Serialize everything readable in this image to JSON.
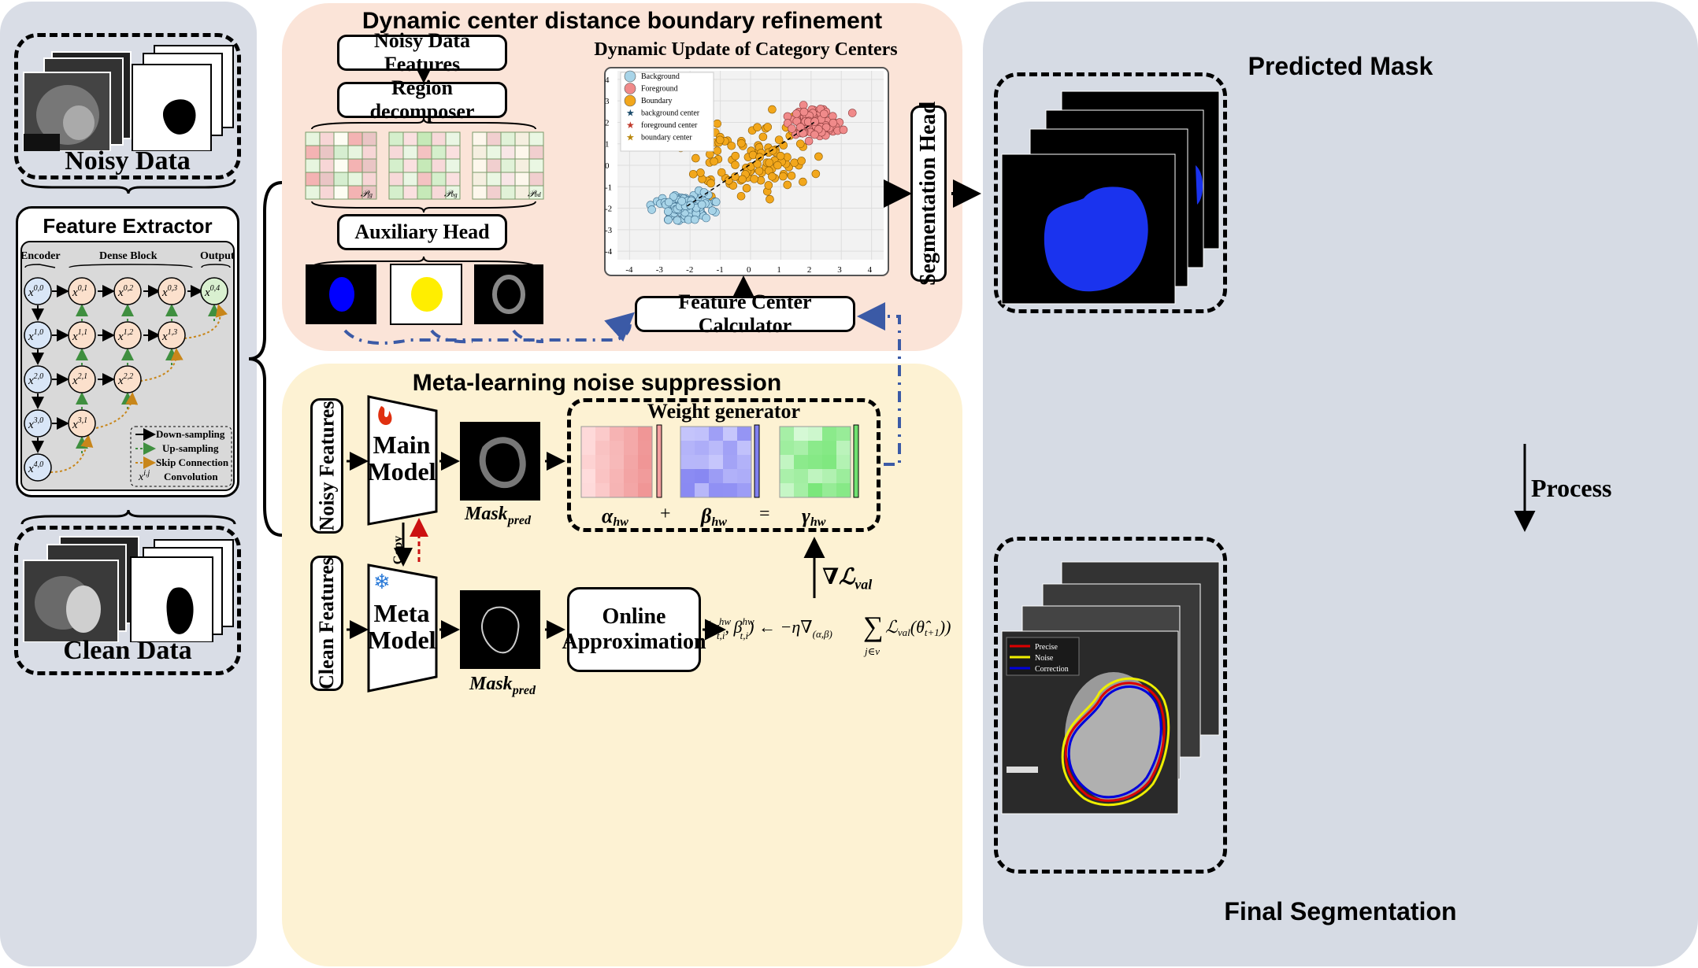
{
  "colors": {
    "left_panel": "#d9dde6",
    "top_panel": "#fbe4d8",
    "bottom_panel": "#fdf2d3",
    "right_panel": "#d6dbe4",
    "arrow_blue": "#3b5aa6",
    "arrow_orange": "#c8861a",
    "arrow_green": "#3f8f3f",
    "arrow_red": "#cc1111",
    "background_pts": "#a8d4e8",
    "foreground_pts": "#f08a8a",
    "boundary_pts": "#f2a71c"
  },
  "left": {
    "noisy_data": "Noisy Data",
    "clean_data": "Clean Data",
    "feature_extractor": "Feature Extractor",
    "encoder": "Encoder",
    "dense_block": "Dense Block",
    "output": "Output",
    "legend": {
      "down": "Down-sampling",
      "up": "Up-sampling",
      "skip": "Skip Connection",
      "conv": "Convolution"
    }
  },
  "top": {
    "title": "Dynamic center distance boundary refinement",
    "noisy_features": "Noisy Data Features",
    "region_decomposer": "Region decomposer",
    "auxiliary_head": "Auxiliary Head",
    "feature_center_calculator": "Feature Center Calculator",
    "plot_title": "Dynamic Update of Category Centers",
    "segmentation_head": "Segmentation Head",
    "legend": [
      "Background",
      "Foreground",
      "Boundary",
      "background center",
      "foreground center",
      "boundary center"
    ],
    "x_ticks": [
      "-4",
      "-3",
      "-2",
      "-1",
      "0",
      "1",
      "2",
      "3",
      "4"
    ],
    "y_ticks": [
      "4",
      "3",
      "2",
      "1",
      "0",
      "-1",
      "-2",
      "-3",
      "-4"
    ]
  },
  "bottom": {
    "title": "Meta-learning noise suppression",
    "noisy_features": "Noisy Features",
    "clean_features": "Clean Features",
    "main_model": [
      "Main",
      "Model"
    ],
    "meta_model": [
      "Meta",
      "Model"
    ],
    "copy": "Copy",
    "mask_pred": "Mask",
    "mask_sub": "pred",
    "weight_generator": "Weight generator",
    "online_approx": [
      "Online",
      "Approximation"
    ],
    "grad_label": "∇ℒ",
    "grad_sub": "val"
  },
  "right": {
    "predicted_mask": "Predicted Mask",
    "process": "Process",
    "final_segmentation": "Final Segmentation",
    "legend": [
      "Precise",
      "Noise",
      "Correction"
    ]
  }
}
